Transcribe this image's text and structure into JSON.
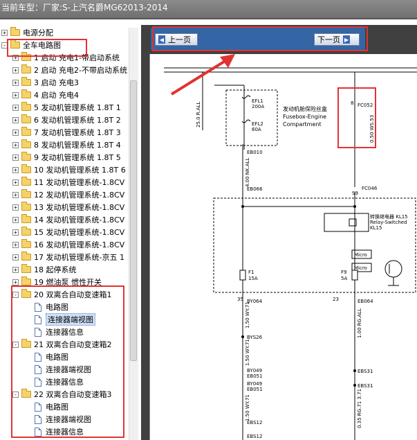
{
  "window": {
    "title": "当前车型：厂家:S-上汽名爵MG62013-2014"
  },
  "tree": {
    "items": [
      {
        "label": "电源分配",
        "expander": "+",
        "icon": "folder"
      },
      {
        "label": "全车电路图",
        "expander": "-",
        "icon": "folder"
      },
      {
        "label": "1 启动 充电1-带启动系统",
        "expander": "+",
        "icon": "folder"
      },
      {
        "label": "2 启动 充电2-不带启动系统",
        "expander": "+",
        "icon": "folder"
      },
      {
        "label": "3 启动 充电3",
        "expander": "+",
        "icon": "folder"
      },
      {
        "label": "4 启动 充电4",
        "expander": "+",
        "icon": "folder"
      },
      {
        "label": "5 发动机管理系统 1.8T 1",
        "expander": "+",
        "icon": "folder"
      },
      {
        "label": "6 发动机管理系统 1.8T 2",
        "expander": "+",
        "icon": "folder"
      },
      {
        "label": "7 发动机管理系统 1.8T 3",
        "expander": "+",
        "icon": "folder"
      },
      {
        "label": "8 发动机管理系统 1.8T 4",
        "expander": "+",
        "icon": "folder"
      },
      {
        "label": "9 发动机管理系统 1.8T 5",
        "expander": "+",
        "icon": "folder"
      },
      {
        "label": "10 发动机管理系统 1.8T 6",
        "expander": "+",
        "icon": "folder"
      },
      {
        "label": "11 发动机管理系统-1.8CV",
        "expander": "+",
        "icon": "folder"
      },
      {
        "label": "12 发动机管理系统-1.8CV",
        "expander": "+",
        "icon": "folder"
      },
      {
        "label": "13 发动机管理系统-1.8CV",
        "expander": "+",
        "icon": "folder"
      },
      {
        "label": "14 发动机管理系统-1.8CV",
        "expander": "+",
        "icon": "folder"
      },
      {
        "label": "15 发动机管理系统-1.8CV",
        "expander": "+",
        "icon": "folder"
      },
      {
        "label": "16 发动机管理系统-1.8CV",
        "expander": "+",
        "icon": "folder"
      },
      {
        "label": "17 发动机管理系统-京五 1",
        "expander": "+",
        "icon": "folder"
      },
      {
        "label": "18 起停系统",
        "expander": "+",
        "icon": "folder"
      },
      {
        "label": "19 燃油泵 惯性开关",
        "expander": "+",
        "icon": "folder"
      },
      {
        "label": "20 双离合自动变速箱1",
        "expander": "-",
        "icon": "folder"
      },
      {
        "label": "电路图",
        "expander": "",
        "icon": "doc"
      },
      {
        "label": "连接器端视图",
        "expander": "",
        "icon": "doc",
        "selected": true
      },
      {
        "label": "连接器信息",
        "expander": "",
        "icon": "doc"
      },
      {
        "label": "21 双离合自动变速箱2",
        "expander": "-",
        "icon": "folder"
      },
      {
        "label": "电路图",
        "expander": "",
        "icon": "doc"
      },
      {
        "label": "连接器端视图",
        "expander": "",
        "icon": "doc"
      },
      {
        "label": "连接器信息",
        "expander": "",
        "icon": "doc"
      },
      {
        "label": "22 双离合自动变速箱3",
        "expander": "-",
        "icon": "folder"
      },
      {
        "label": "电路图",
        "expander": "",
        "icon": "doc"
      },
      {
        "label": "连接器端视图",
        "expander": "",
        "icon": "doc"
      },
      {
        "label": "连接器信息",
        "expander": "",
        "icon": "doc"
      }
    ]
  },
  "nav": {
    "prev_label": "上一页",
    "next_label": "下一页"
  },
  "diagram": {
    "wire_left_top": "25.0 R.ALL",
    "fuse_efl1": "EFL1",
    "fuse_efl1_rating": "200A",
    "fuse_efl2": "EFL2",
    "fuse_efl2_rating": "60A",
    "compartment_cn": "发动机舱保险丝盒",
    "compartment_en1": "Fusebox-Engine",
    "compartment_en2": "Compartment",
    "fc052_pin": "8",
    "fc052": "FC052",
    "wire_right_top": "0.50 WS.53",
    "eb010": "EB010",
    "wire_eb010": "4.00 NK.ALL",
    "eb066": "EB066",
    "fc046_pin": "99",
    "fc046": "FC046",
    "relay_cn": "转换继电器 KL15",
    "relay_en": "Relay-Switched",
    "relay_kl": "KL15",
    "micro1": "Micro",
    "micro2": "Micro",
    "f1": "F1",
    "f1_rating": "15A",
    "f9": "F9",
    "f9_rating": "5A",
    "by064_pin": "35",
    "by064": "BY064",
    "eb064_pin": "23",
    "eb064": "EB064",
    "wire_mid_left": "1.50 WY.71",
    "wire_mid_right": "1.00 RG.ALL",
    "bys26": "BYS26",
    "wire_low_left": "1.50 WY.71",
    "by049a": "BY049",
    "eb051a": "EB051",
    "by049b": "BY049",
    "eb051b": "EB051",
    "ebs31a": "EBS31",
    "ebs31b": "EBS31",
    "wire_bottom_left": "1.50 WY.71",
    "wire_bottom_right": "0.35 RG.71 3.71",
    "ebs12a": "EBS12",
    "ebs12b": "EBS12"
  },
  "colors": {
    "highlight": "#e23232",
    "nav_bar": "#3465a4"
  }
}
